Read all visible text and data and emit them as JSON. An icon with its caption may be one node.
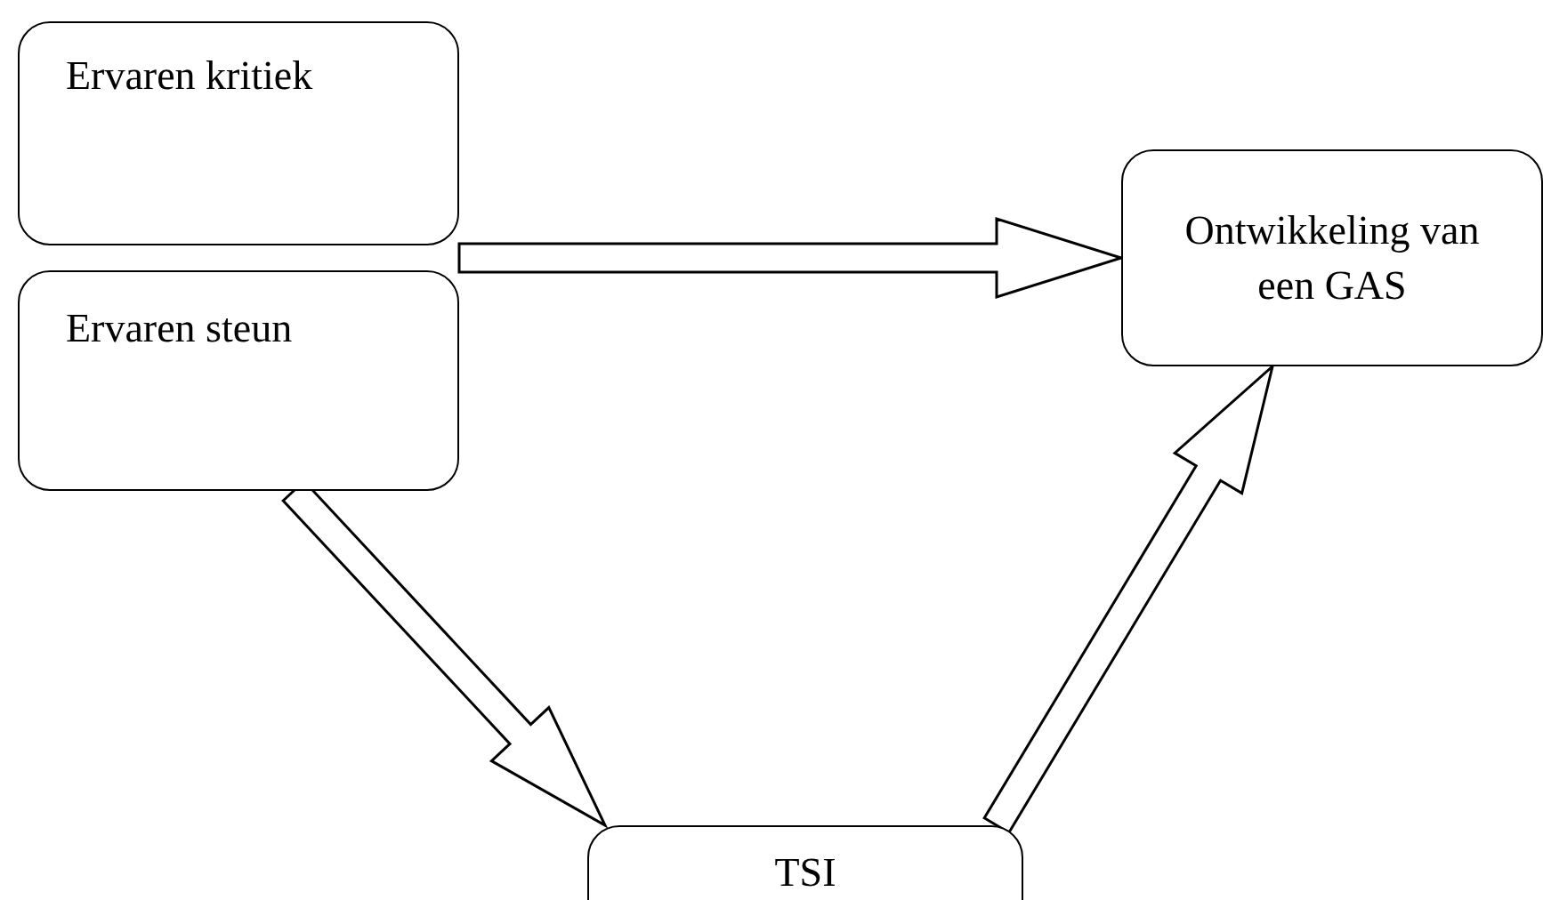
{
  "diagram": {
    "nodes": [
      {
        "text": [
          "Ervaren kritiek"
        ]
      },
      {
        "text": [
          "Ervaren steun"
        ]
      },
      {
        "text": [
          "Ontwikkeling van een GAS"
        ]
      },
      {
        "text": [
          "TSI"
        ]
      }
    ],
    "edges": [
      {
        "from": 0,
        "to": 2,
        "arrow": "to"
      },
      {
        "from": 1,
        "to": 2,
        "arrow": "to"
      },
      {
        "from": 1,
        "to": 3,
        "arrow": "to"
      },
      {
        "from": 3,
        "to": 2,
        "arrow": "to"
      }
    ]
  }
}
